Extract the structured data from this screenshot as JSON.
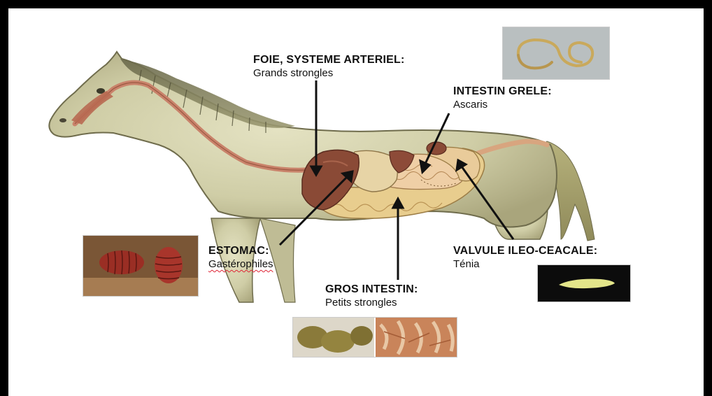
{
  "labels": {
    "foie": {
      "title": "FOIE, SYSTEME ARTERIEL:",
      "subtitle": "Grands strongles"
    },
    "intestin_grele": {
      "title": "INTESTIN GRELE:",
      "subtitle": "Ascaris"
    },
    "estomac": {
      "title": "ESTOMAC:",
      "subtitle": "Gastérophiles"
    },
    "valvule": {
      "title": "VALVULE ILEO-CEACALE:",
      "subtitle": "Ténia"
    },
    "gros_intestin": {
      "title": "GROS INTESTIN:",
      "subtitle": "Petits strongles"
    }
  },
  "colors": {
    "frame": "#000000",
    "background": "#ffffff",
    "horse_coat": "#d2d0ac",
    "liver": "#8a4a36",
    "intestine": "#e9cf93",
    "arrow": "#111111"
  },
  "icons": [
    "horse-illustration",
    "roundworm-photo",
    "bot-fly-larvae-photo",
    "tapeworm-photo",
    "strongyles-photo"
  ]
}
